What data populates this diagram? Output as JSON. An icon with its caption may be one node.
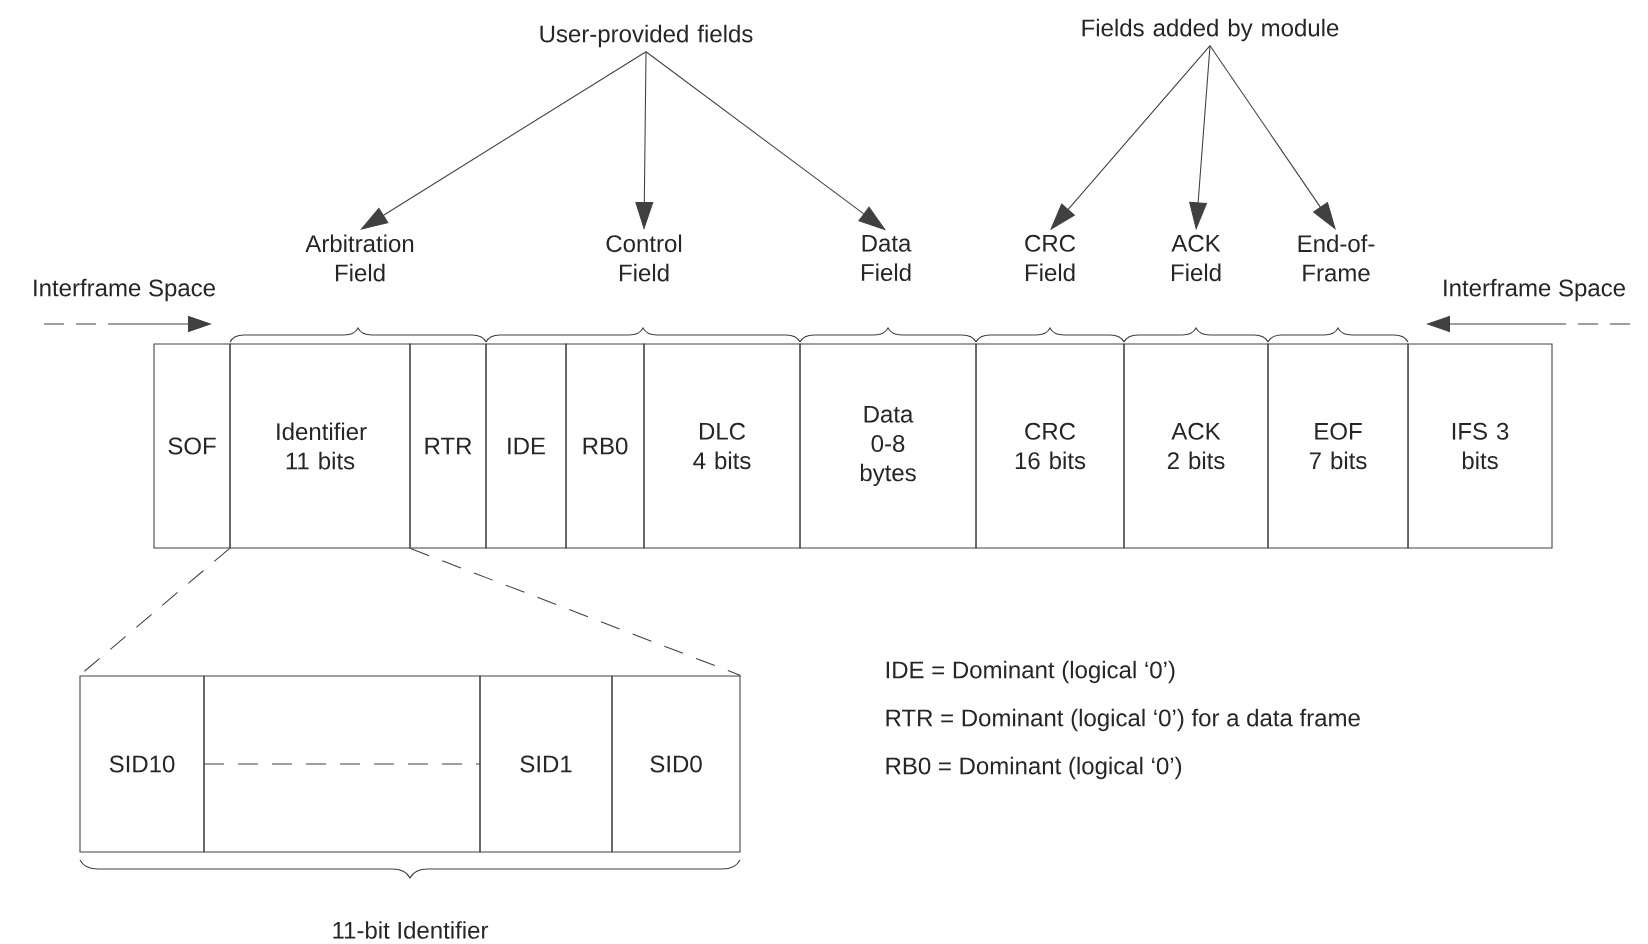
{
  "diagram": {
    "nodes": [
      {
        "text": [
          "User-provided fields"
        ]
      },
      {
        "text": [
          "Fields added by module"
        ]
      },
      {
        "text": [
          "Arbitration Field"
        ]
      },
      {
        "text": [
          "Control Field"
        ]
      },
      {
        "text": [
          "Data Field"
        ]
      },
      {
        "text": [
          "CRC Field"
        ]
      },
      {
        "text": [
          "ACK Field"
        ]
      },
      {
        "text": [
          "End-of-Frame"
        ]
      },
      {
        "text": [
          "SOF"
        ]
      },
      {
        "text": [
          "Identifier 11 bits"
        ]
      },
      {
        "text": [
          "RTR"
        ]
      },
      {
        "text": [
          "IDE"
        ]
      },
      {
        "text": [
          "RB0"
        ]
      },
      {
        "text": [
          "DLC 4 bits"
        ]
      },
      {
        "text": [
          "Data 0-8 bytes"
        ]
      },
      {
        "text": [
          "CRC 16 bits"
        ]
      },
      {
        "text": [
          "ACK 2 bits"
        ]
      },
      {
        "text": [
          "EOF 7 bits"
        ]
      },
      {
        "text": [
          "IFS 3 bits"
        ]
      },
      {
        "text": [
          "SID10"
        ]
      },
      {
        "text": [],
        "shape": "box"
      },
      {
        "text": [
          "SID1"
        ]
      },
      {
        "text": [
          "SID0"
        ]
      }
    ],
    "edges": [
      {
        "from": 0,
        "to": 2,
        "arrow": "to"
      },
      {
        "from": 0,
        "to": 3,
        "arrow": "to"
      },
      {
        "from": 0,
        "to": 4,
        "arrow": "to"
      },
      {
        "from": 1,
        "to": 5,
        "arrow": "to"
      },
      {
        "from": 1,
        "to": 6,
        "arrow": "to"
      },
      {
        "from": 1,
        "to": 7,
        "arrow": "to"
      },
      {
        "from": 9,
        "to": 19,
        "arrow": "none",
        "style": "dashed"
      },
      {
        "from": 9,
        "to": 22,
        "arrow": "none",
        "style": "dashed"
      }
    ],
    "labels": [
      "Interframe Space",
      "Interframe Space",
      "11-bit Identifier",
      "IDE = Dominant (logical ‘0’)",
      "RTR = Dominant (logical ‘0’) for a data frame",
      "RB0 = Dominant (logical ‘0’)"
    ]
  }
}
